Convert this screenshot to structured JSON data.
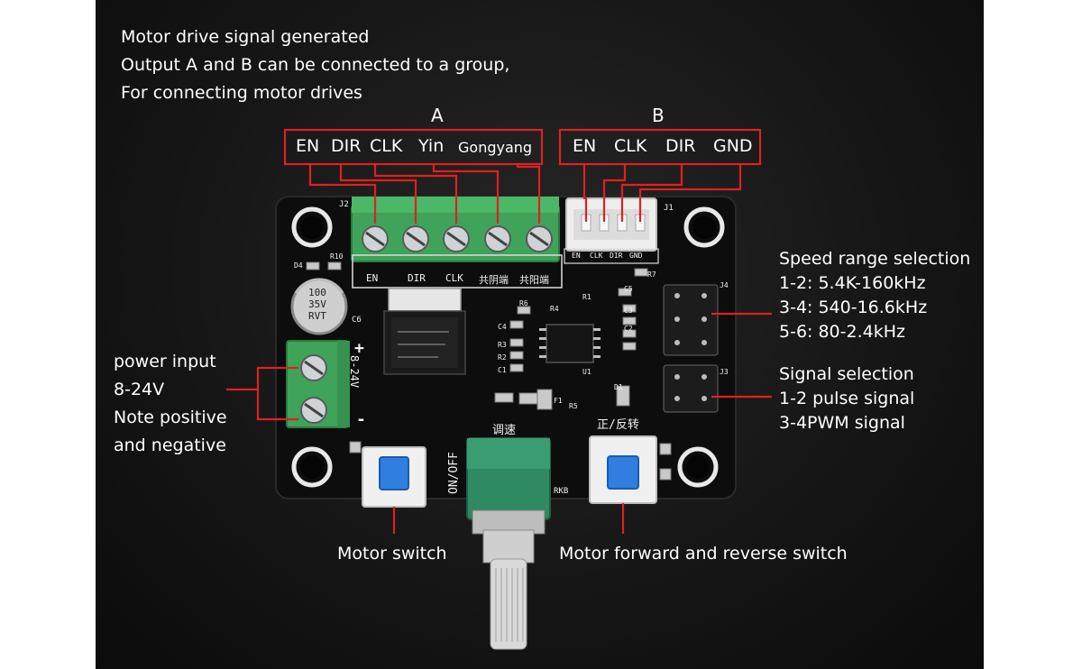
{
  "intro": {
    "line1": "Motor drive signal generated",
    "line2": "Output A and B can be connected to a group,",
    "line3": "For connecting motor drives"
  },
  "output_a": {
    "title": "A",
    "pins": [
      "EN",
      "DIR",
      "CLK",
      "Yin",
      "Gongyang"
    ]
  },
  "output_b": {
    "title": "B",
    "pins": [
      "EN",
      "CLK",
      "DIR",
      "GND"
    ]
  },
  "speed_range": {
    "title": "Speed range selection",
    "options": [
      "1-2: 5.4K-160kHz",
      "3-4: 540-16.6kHz",
      "5-6: 80-2.4kHz"
    ]
  },
  "signal_selection": {
    "title": "Signal selection",
    "options": [
      "1-2 pulse signal",
      "3-4PWM signal"
    ]
  },
  "power": {
    "lines": [
      "power input",
      "8-24V",
      "Note positive",
      "and negative"
    ]
  },
  "motor_switch": "Motor switch",
  "direction_switch": "Motor forward and reverse switch",
  "board": {
    "j2_label": "J2",
    "j1_label": "J1",
    "a_silk": [
      "EN",
      "DIR",
      "CLK",
      "共阴端",
      "共阳端"
    ],
    "b_silk": [
      "EN",
      "CLK",
      "DIR",
      "GND"
    ],
    "cap_value": [
      "100",
      "35V",
      "RVT"
    ],
    "cap_ref": "C6",
    "power_silk": "8-24V",
    "plus_mark": "+",
    "minus_mark": "-",
    "speed_knob_silk": "调速",
    "direction_silk": "正/反转",
    "onoff_silk": "ON/OFF",
    "brand_silk": "RKB",
    "refs": {
      "d4": "D4",
      "r10": "R10",
      "r7": "R7",
      "r6": "R6",
      "r4": "R4",
      "r1": "R1",
      "c5": "C5",
      "c3": "C3",
      "c2": "C2",
      "c4": "C4",
      "r3": "R3",
      "r2": "R2",
      "c1": "C1",
      "j4": "J4",
      "j3": "J3",
      "u1": "U1",
      "d1": "D1",
      "r5": "R5",
      "f1": "F1"
    }
  },
  "colors": {
    "callout_red": "#e02020",
    "terminal_green": "#3fa35a",
    "switch_blue": "#2f7ee0",
    "pcb_black": "#0d0d0d"
  }
}
